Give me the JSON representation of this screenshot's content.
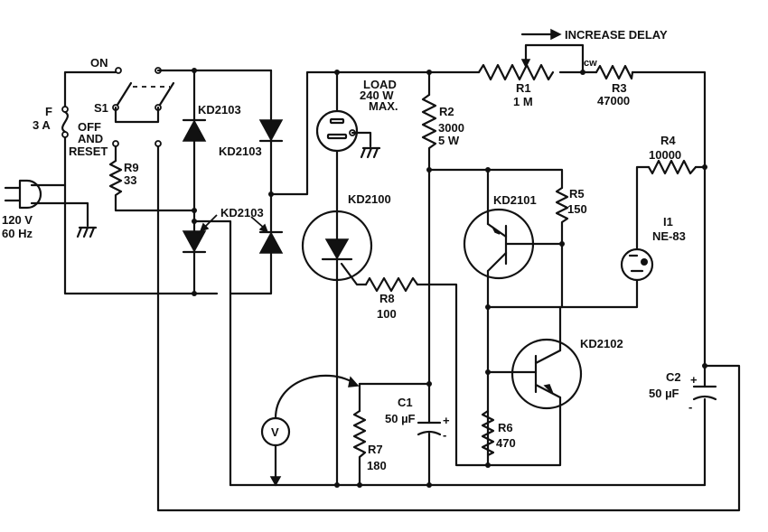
{
  "labels": {
    "increase_delay": "INCREASE DELAY",
    "on": "ON",
    "s1": "S1",
    "fuse_f": "F",
    "fuse_rating": "3 A",
    "off": "OFF",
    "and": "AND",
    "reset": "RESET",
    "r9": "R9",
    "r9_value": "33",
    "supply_voltage": "120 V",
    "supply_freq": "60 Hz",
    "d1": "KD2103",
    "d2": "KD2103",
    "d3": "KD2103",
    "load": "LOAD",
    "load_power": "240 W",
    "load_max": "MAX.",
    "scr": "KD2100",
    "r2": "R2",
    "r2_value": "3000",
    "r2_power": "5 W",
    "r1": "R1",
    "r1_value": "1 M",
    "cw": "cw",
    "r3": "R3",
    "r3_value": "47000",
    "r4": "R4",
    "r4_value": "10000",
    "i1": "I1",
    "i1_value": "NE-83",
    "q1": "KD2101",
    "r5": "R5",
    "r5_value": "150",
    "r8": "R8",
    "r8_value": "100",
    "q2": "KD2102",
    "c1": "C1",
    "c1_value": "50 µF",
    "c2": "C2",
    "c2_value": "50 µF",
    "r6": "R6",
    "r6_value": "470",
    "r7": "R7",
    "r7_value": "180",
    "meter": "V",
    "plus": "+",
    "minus": "-"
  },
  "colors": {
    "ink": "#111111",
    "background": "#ffffff"
  }
}
